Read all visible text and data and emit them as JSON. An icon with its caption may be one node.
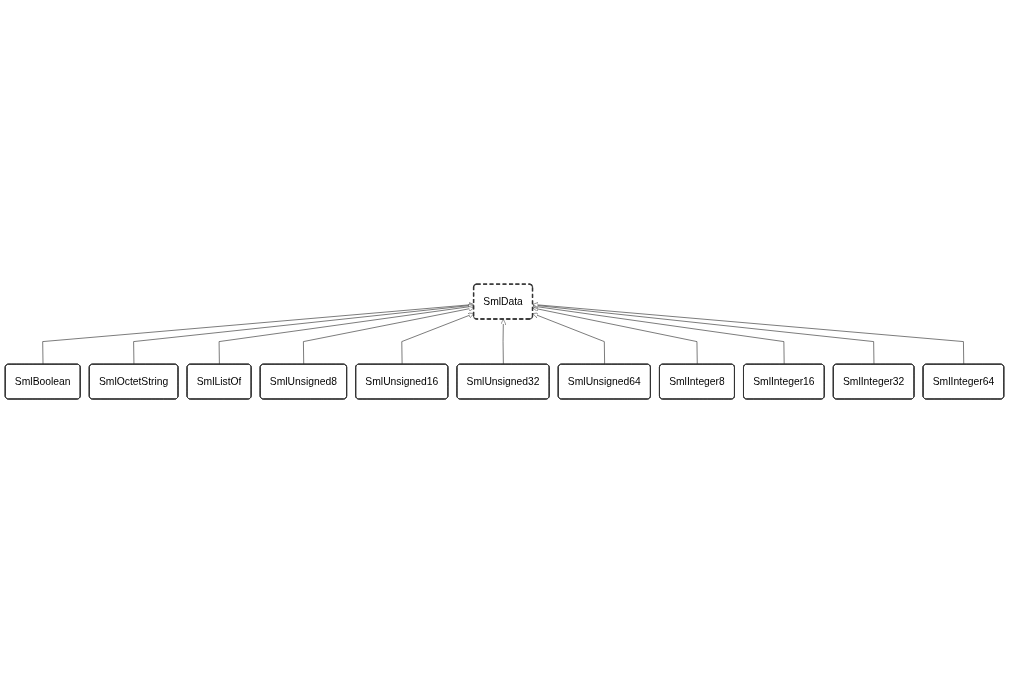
{
  "diagram": {
    "nodes": [
      {
        "text": [
          "SmlData"
        ]
      },
      {
        "text": [
          "SmlBoolean"
        ]
      },
      {
        "text": [
          "SmlUnsigned8"
        ]
      },
      {
        "text": [
          "SmlInteger8"
        ]
      },
      {
        "text": [
          "SmlOctetString"
        ]
      },
      {
        "text": [
          "SmlUnsigned16"
        ]
      },
      {
        "text": [
          "SmlInteger16"
        ]
      },
      {
        "text": [
          "SmlUnsigned32"
        ]
      },
      {
        "text": [
          "SmlInteger32"
        ]
      },
      {
        "text": [
          "SmlListOf"
        ]
      },
      {
        "text": [
          "SmlUnsigned64"
        ]
      },
      {
        "text": [
          "SmlInteger64"
        ]
      }
    ],
    "edges": [
      {
        "from": 1,
        "to": 0,
        "arrow": "to"
      },
      {
        "from": 4,
        "to": 0,
        "arrow": "to"
      },
      {
        "from": 9,
        "to": 0,
        "arrow": "to"
      },
      {
        "from": 2,
        "to": 0,
        "arrow": "to"
      },
      {
        "from": 5,
        "to": 0,
        "arrow": "to"
      },
      {
        "from": 7,
        "to": 0,
        "arrow": "to"
      },
      {
        "from": 10,
        "to": 0,
        "arrow": "to"
      },
      {
        "from": 3,
        "to": 0,
        "arrow": "to"
      },
      {
        "from": 6,
        "to": 0,
        "arrow": "to"
      },
      {
        "from": 8,
        "to": 0,
        "arrow": "to"
      },
      {
        "from": 11,
        "to": 0,
        "arrow": "to"
      }
    ]
  }
}
